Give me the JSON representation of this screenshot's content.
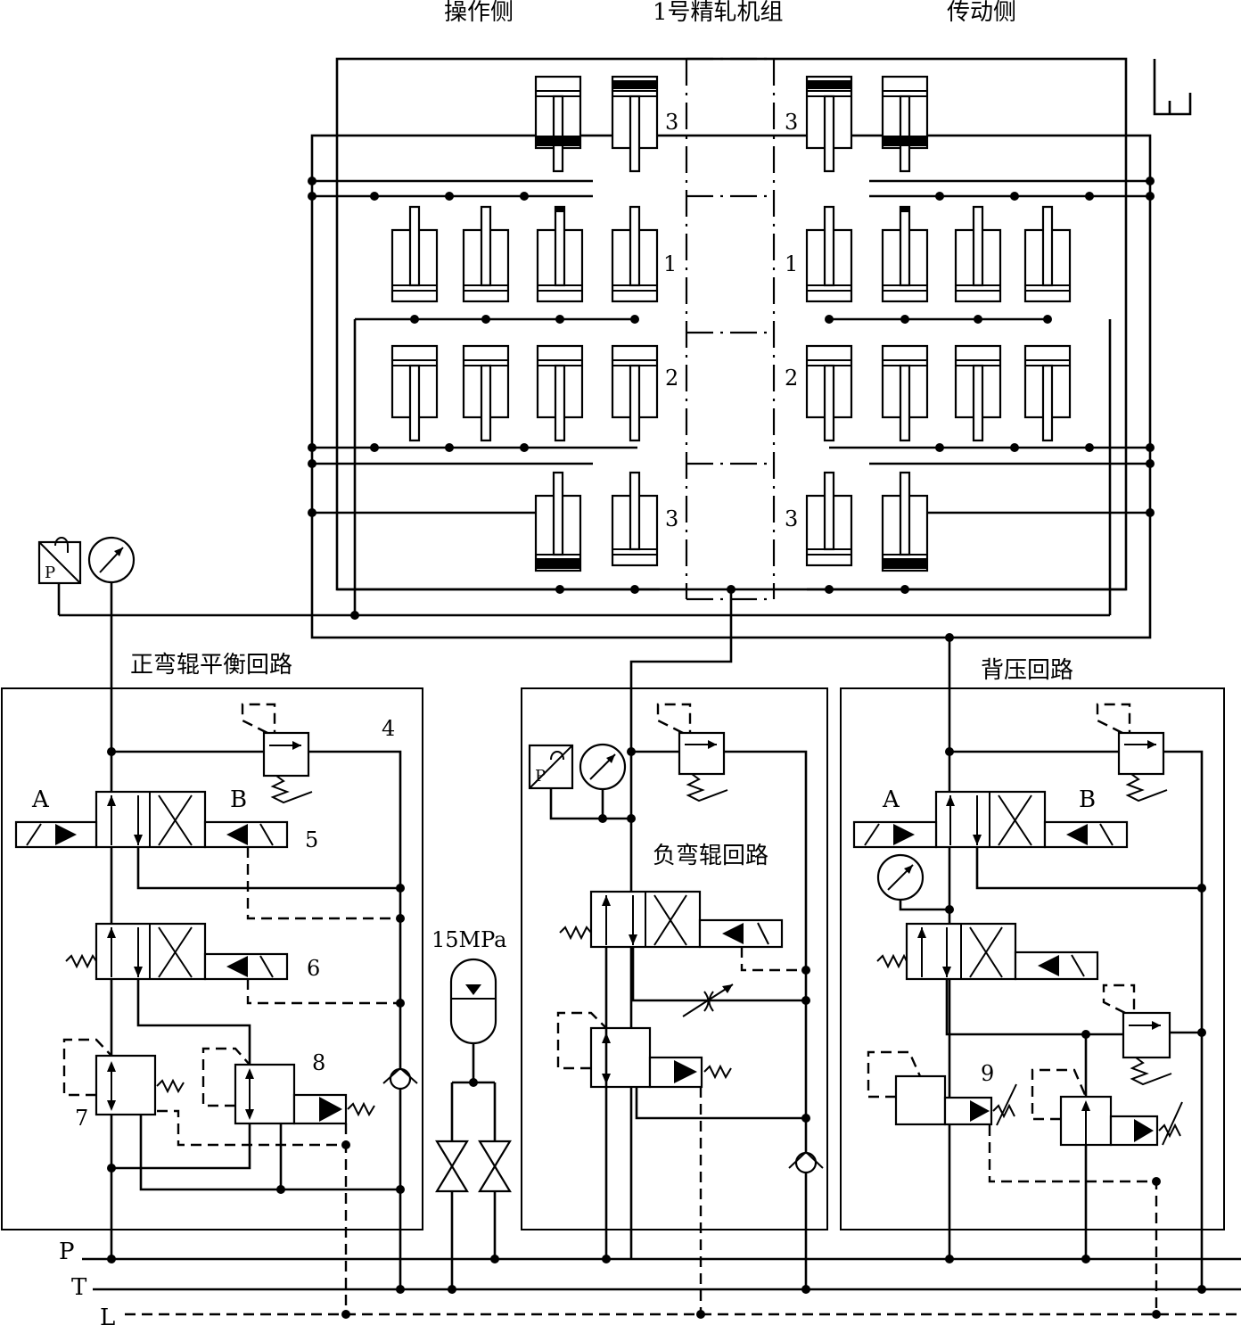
{
  "header": {
    "operator_side": "操作侧",
    "mill_stand": "1号精轧机组",
    "drive_side": "传动侧"
  },
  "cylinder_labels": {
    "upper_left": "3",
    "upper_right": "3",
    "bal_left": "1",
    "bal_right": "1",
    "bend_left": "2",
    "bend_right": "2",
    "lower_left": "3",
    "lower_right": "3"
  },
  "circuits": {
    "positive": "正弯辊平衡回路",
    "negative": "负弯辊回路",
    "back_pressure": "背压回路"
  },
  "components": {
    "n4": "4",
    "n5": "5",
    "n6": "6",
    "n7": "7",
    "n8": "8",
    "n9": "9",
    "port_a_left": "A",
    "port_b_left": "B",
    "port_a_right": "A",
    "port_b_right": "B",
    "ps_letter_left": "P",
    "ps_letter_mid": "P"
  },
  "accumulator": {
    "pressure": "15MPa"
  },
  "lines": {
    "p": "P",
    "t": "T",
    "l": "L"
  },
  "icons": [
    "pressure-switch-icon",
    "pressure-gauge-icon",
    "check-valve-icon",
    "relief-valve-icon",
    "directional-valve-icon",
    "accumulator-icon",
    "stop-valve-icon",
    "throttle-valve-icon",
    "tank-icon"
  ]
}
